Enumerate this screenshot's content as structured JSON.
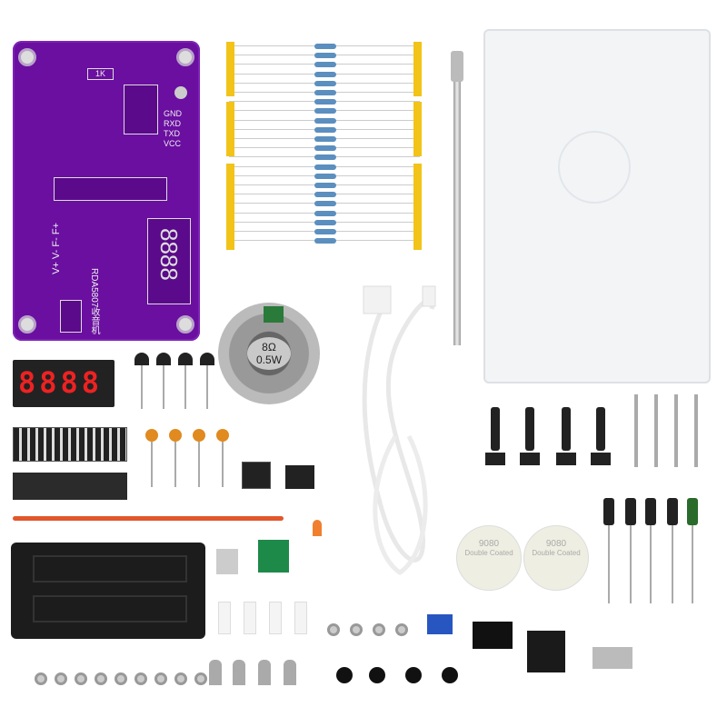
{
  "pcb": {
    "color": "#6a0fa0",
    "header_pins": [
      "GND",
      "RXD",
      "TXD",
      "VCC"
    ],
    "title": "RDA5807收音机",
    "rail_labels": [
      "V+",
      "V-",
      "F-",
      "F+"
    ],
    "resistor_label": "1K",
    "display_digits": "8888"
  },
  "speaker": {
    "impedance": "8Ω",
    "power": "0.5W"
  },
  "display_module": {
    "digits": "8888"
  },
  "tape": {
    "code": "9080",
    "text": "Double Coated"
  },
  "colors": {
    "resistor_tape": "#f2c318",
    "display_led": "#e22222",
    "pcb": "#6a0fa0"
  }
}
